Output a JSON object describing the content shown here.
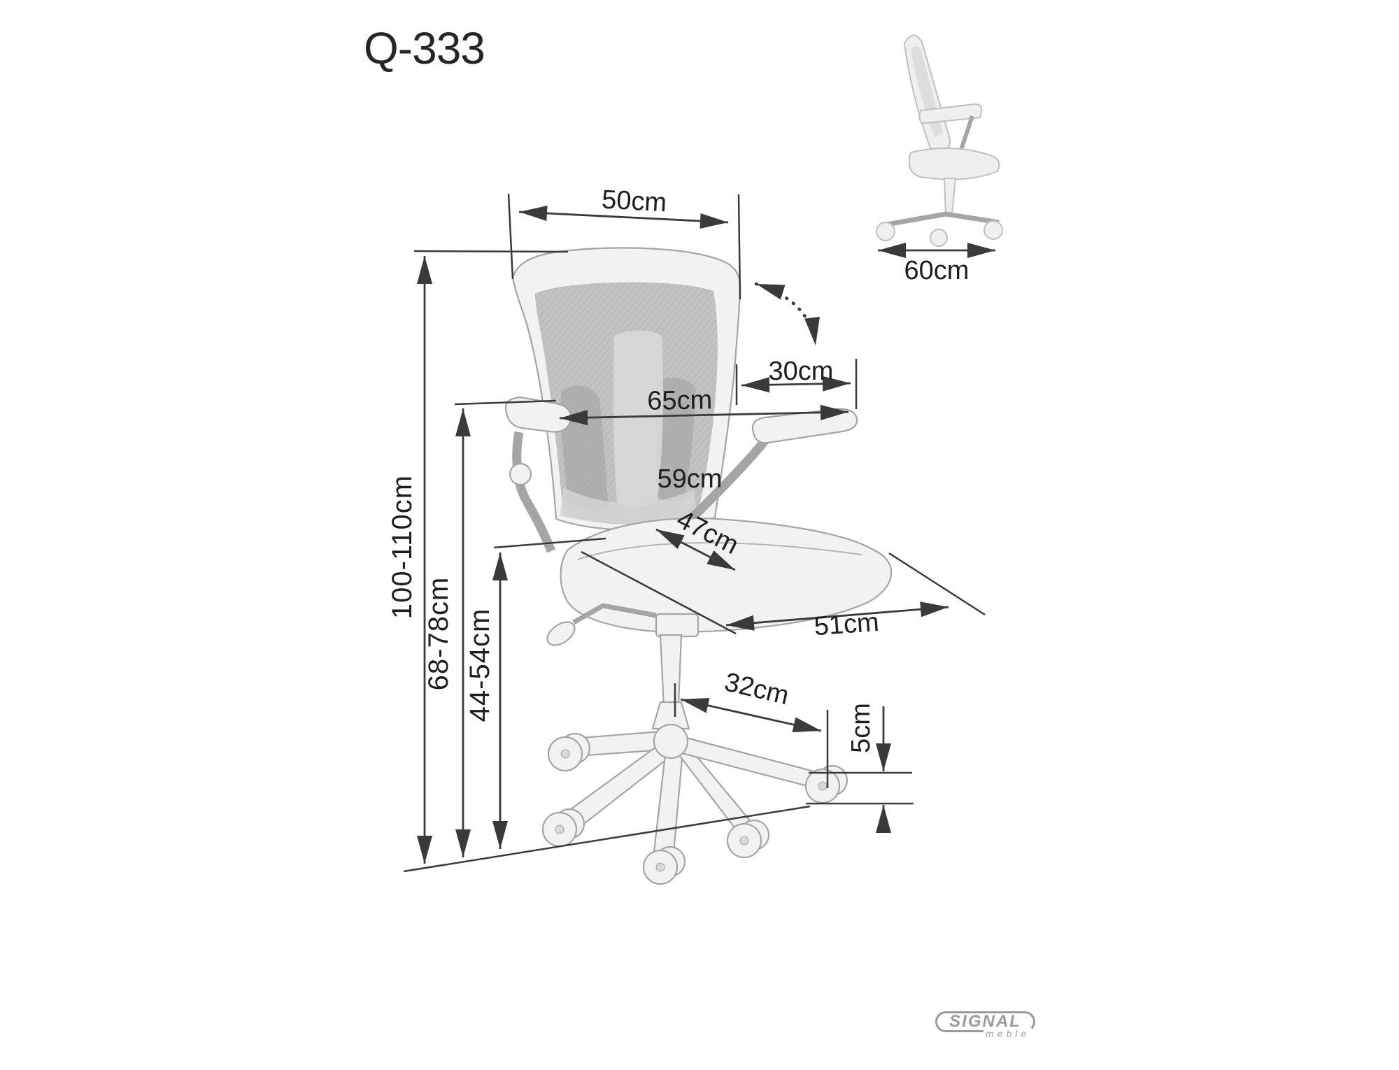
{
  "title": "Q-333",
  "dimensions": {
    "backrest_width": "50cm",
    "backrest_fold_depth": "30cm",
    "overall_width_with_armrests": "65cm",
    "backrest_height": "59cm",
    "seat_depth": "47cm",
    "seat_width": "51cm",
    "base_leg_span": "32cm",
    "caster_height": "5cm",
    "overall_height": "100-110cm",
    "armrest_height": "68-78cm",
    "seat_height": "44-54cm",
    "overall_depth": "60cm"
  },
  "logo": {
    "brand": "SIGNAL",
    "tagline": "meble"
  },
  "colors": {
    "ink": "#1e1e1e",
    "line": "#3a3a3a",
    "sketch": "#a5a5a5",
    "mesh": "#c2c2c2",
    "logo": "#9b9b9b",
    "bg": "#ffffff"
  }
}
